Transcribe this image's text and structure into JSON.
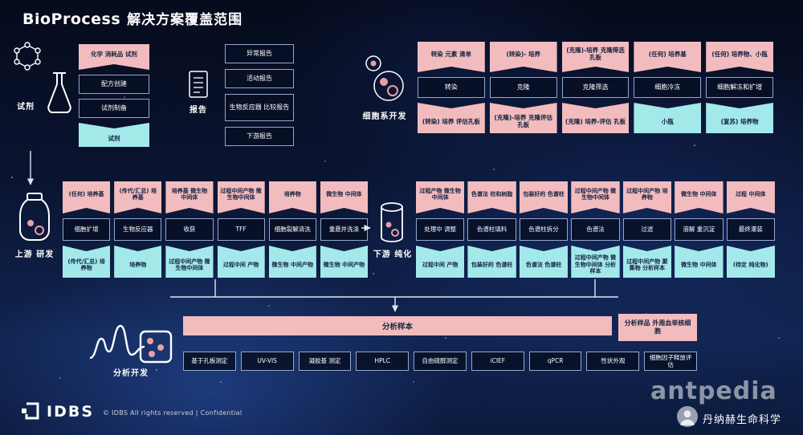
{
  "title": {
    "brand": "BioProcess",
    "suffix": "解决方案覆盖范围"
  },
  "colors": {
    "pink": "#f2bcbe",
    "cyan": "#a3e9ea",
    "dark_box_border": "#93a7cc",
    "background": "#0a1430",
    "dot_pink": "#e8a0a5"
  },
  "reagent_section": {
    "flask_label": "试剂",
    "input_box": "化学 消耗品 试剂",
    "step_boxes": [
      "配方创建",
      "试剂制备"
    ],
    "output_box": "试剂"
  },
  "report_section": {
    "label": "报告",
    "boxes": [
      "异常报告",
      "活动报告",
      "生物反应器 比较报告",
      "下游报告"
    ]
  },
  "cell_line_section": {
    "label": "细胞系开发",
    "inputs": [
      "转染 元素 清单",
      "(转染)- 培养",
      "(克隆)-培养 克隆筛选 孔板",
      "(任何) 培养基",
      "(任何) 培养物、小瓶"
    ],
    "steps": [
      "转染",
      "克隆",
      "克隆筛选",
      "细胞冷冻",
      "细胞解冻和扩增"
    ],
    "outputs": [
      "(转染) 培养 评估孔板",
      "(克隆)-培养 克隆评估 孔板",
      "(克隆) 培养-评估 孔板",
      "小瓶",
      "(复苏) 培养物"
    ]
  },
  "upstream_section": {
    "label": "上游 研发",
    "inputs": [
      "(任何) 培养基",
      "(传代/汇总) 培养基",
      "培养基 微生物 中间体",
      "过程中间产物 微生物中间体",
      "培养物",
      "微生物 中间体"
    ],
    "steps": [
      "细胞扩增",
      "生物反应器",
      "收获",
      "TFF",
      "细胞裂解清洗",
      "重悬并洗涤"
    ],
    "outputs": [
      "(传代/汇总) 培养物",
      "培养物",
      "过程中间产物 微生物中间体",
      "过程中间 产物",
      "微生物 中间产物",
      "微生物 中间产物"
    ]
  },
  "downstream_section": {
    "label": "下游 纯化",
    "inputs": [
      "过程产物 微生物 中间体",
      "色谱法 柱和树脂",
      "包装好的 色谱柱",
      "过程中间产物 微生物中间体",
      "过程中间产物 培养物",
      "微生物 中间体",
      "过程 中间体"
    ],
    "steps": [
      "处理中 调整",
      "色谱柱填料",
      "色谱柱拆分",
      "色谱法",
      "过滤",
      "溶解 重沉淀",
      "最终灌装"
    ],
    "outputs": [
      "过程中间 产物",
      "包装好的 色谱柱",
      "色谱法 色谱柱",
      "过程中间产物 微生物中间体 分析样本",
      "过程中间产物 聚集物 分析样本",
      "微生物 中间体",
      "(待定 纯化物)"
    ]
  },
  "analysis_section": {
    "label": "分析开发",
    "samples_banner": "分析样本",
    "side_box": "分析样品 外周血单核细胞",
    "assays": [
      "基于孔板测定",
      "UV-VIS",
      "凝胶基 测定",
      "HPLC",
      "自由硫醇测定",
      "iCIEF",
      "qPCR",
      "性状外观",
      "细胞因子释放评估"
    ]
  },
  "footer": {
    "logo_text": "IDBS",
    "copyright": "© IDBS All rights reserved | Confidential",
    "watermark": "antpedia",
    "brand_right": "丹纳赫生命科学"
  }
}
